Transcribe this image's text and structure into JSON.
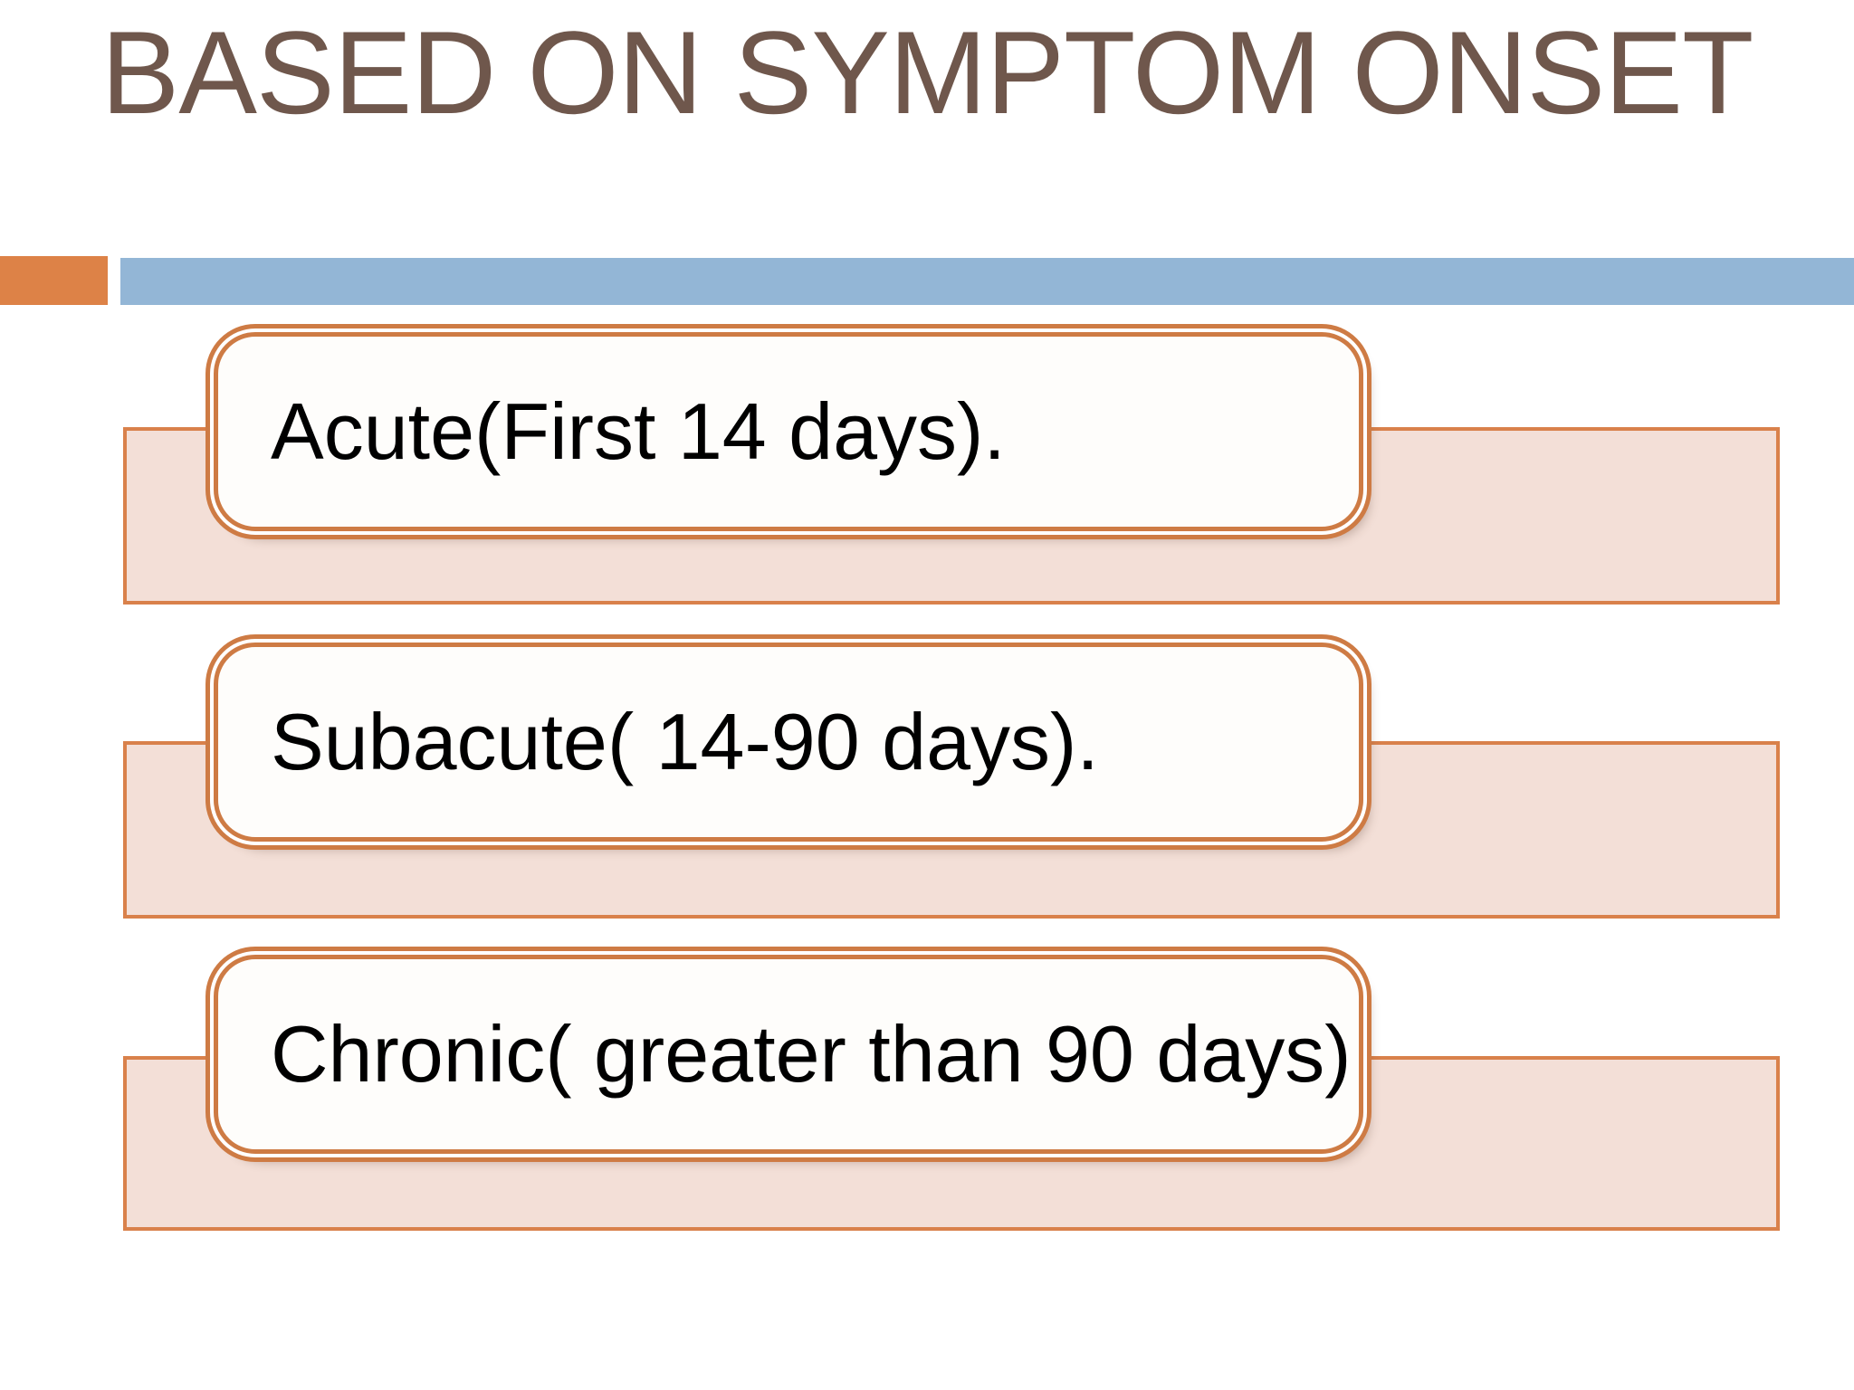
{
  "slide": {
    "title": "BASED ON SYMPTOM ONSET",
    "background_color": "#FFFFFF",
    "title_color": "#6F574C"
  },
  "accent_bar": {
    "orange_color": "#DD8247",
    "blue_color": "#93B6D6"
  },
  "theme": {
    "card_border_color": "#CE7B44",
    "card_fill_color": "#FEFDFB",
    "band_fill_color": "#F3DFD7",
    "band_border_color": "#D9814B",
    "body_text_color": "#000000"
  },
  "rows": [
    {
      "id": "acute",
      "text": "Acute(First 14 days)."
    },
    {
      "id": "subacute",
      "text": "Subacute( 14-90 days)."
    },
    {
      "id": "chronic",
      "text": "Chronic( greater than 90 days)"
    }
  ]
}
